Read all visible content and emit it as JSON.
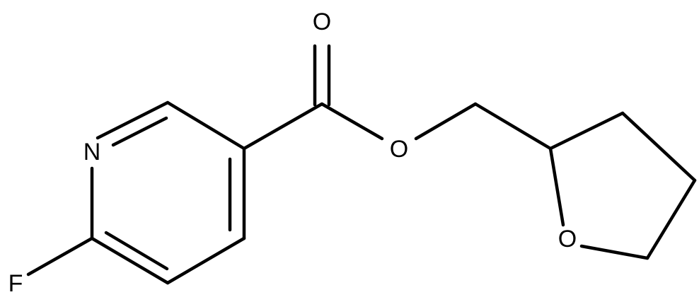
{
  "molecule": {
    "atoms": {
      "N": "N",
      "F": "F",
      "O_carbonyl": "O",
      "O_ester": "O",
      "O_ring": "O"
    },
    "colors": {
      "bond": "#000000",
      "label": "#000000",
      "background": "#ffffff"
    }
  }
}
